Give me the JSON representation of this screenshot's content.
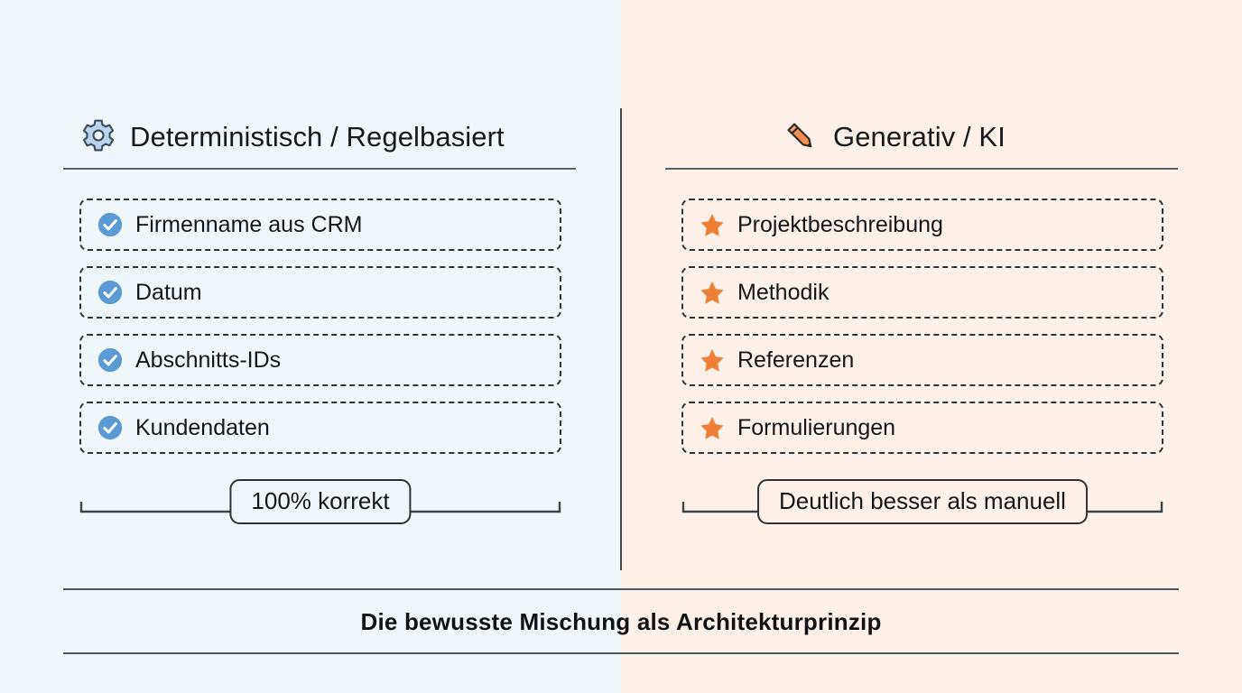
{
  "background": {
    "left_color": "#f0f7fa",
    "right_color": "#fdf0e8",
    "divider_color": "#3f4a4f"
  },
  "columns": [
    {
      "side": "left",
      "icon": "gear-icon",
      "icon_fill": "#b9d4ee",
      "icon_stroke": "#3a4a5c",
      "title": "Deterministisch / Regelbasiert",
      "item_icon": "check-circle-icon",
      "item_icon_color": "#5b9bd5",
      "items": [
        {
          "label": "Firmenname aus CRM"
        },
        {
          "label": "Datum"
        },
        {
          "label": "Abschnitts-IDs"
        },
        {
          "label": "Kundendaten"
        }
      ],
      "badge": "100% korrekt"
    },
    {
      "side": "right",
      "icon": "pencil-icon",
      "icon_fill": "#ef8f50",
      "icon_stroke": "#2c2a28",
      "title": "Generativ / KI",
      "item_icon": "star-icon",
      "item_icon_color": "#ee8037",
      "items": [
        {
          "label": "Projektbeschreibung"
        },
        {
          "label": "Methodik"
        },
        {
          "label": "Referenzen"
        },
        {
          "label": "Formulierungen"
        }
      ],
      "badge": "Deutlich besser als manuell"
    }
  ],
  "caption": "Die bewusste Mischung als Architekturprinzip"
}
